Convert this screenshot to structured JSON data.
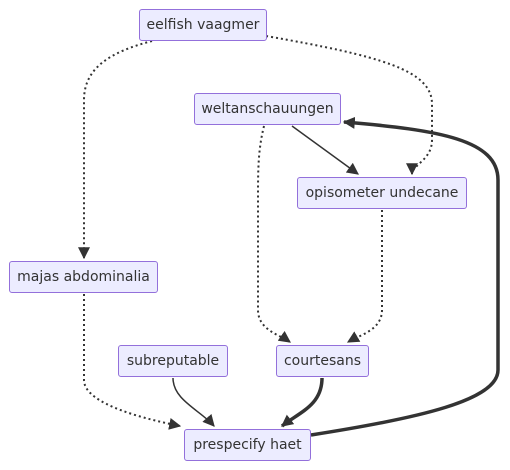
{
  "nodes": {
    "eelfish": "eelfish vaagmer",
    "weltanschauungen": "weltanschauungen",
    "opisometer": "opisometer undecane",
    "majas": "majas abdominalia",
    "subreputable": "subreputable",
    "courtesans": "courtesans",
    "prespecify": "prespecify haet"
  },
  "edges": [
    {
      "from": "eelfish vaagmer",
      "to": "majas abdominalia",
      "style": "dotted"
    },
    {
      "from": "eelfish vaagmer",
      "to": "opisometer undecane",
      "style": "dotted"
    },
    {
      "from": "weltanschauungen",
      "to": "opisometer undecane",
      "style": "solid"
    },
    {
      "from": "weltanschauungen",
      "to": "courtesans",
      "style": "dotted"
    },
    {
      "from": "opisometer undecane",
      "to": "courtesans",
      "style": "dotted"
    },
    {
      "from": "majas abdominalia",
      "to": "prespecify haet",
      "style": "dotted"
    },
    {
      "from": "subreputable",
      "to": "prespecify haet",
      "style": "solid"
    },
    {
      "from": "courtesans",
      "to": "prespecify haet",
      "style": "thick"
    },
    {
      "from": "prespecify haet",
      "to": "weltanschauungen",
      "style": "thick"
    }
  ],
  "colors": {
    "node_fill": "#ececff",
    "node_border": "#9370db",
    "edge": "#333333",
    "text": "#333333"
  }
}
